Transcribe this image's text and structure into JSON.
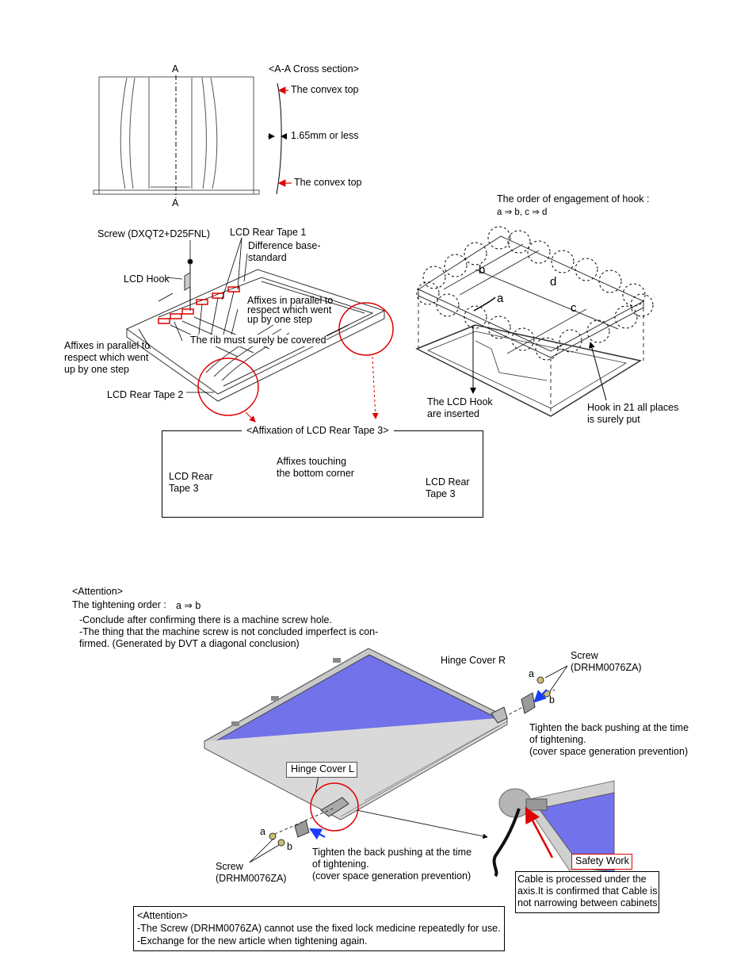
{
  "cross_section": {
    "a_top": "A",
    "a_bottom": "A",
    "title": "<A-A Cross section>",
    "convex_top_1": "The convex top",
    "gap": "1.65mm or less",
    "convex_top_2": "The convex top"
  },
  "hook_order": {
    "title": "The order of engagement of hook :",
    "sequence": "a ⇒ b,  c ⇒ d",
    "letters": {
      "a": "a",
      "b": "b",
      "c": "c",
      "d": "d"
    },
    "lcd_hook_inserted_1": "The LCD Hook",
    "lcd_hook_inserted_2": "are inserted",
    "hook_places_1": "Hook in 21 all places",
    "hook_places_2": "is surely put"
  },
  "rear_tapes": {
    "screw": "Screw (DXQT2+D25FNL)",
    "tape1": "LCD Rear Tape 1",
    "diff_1": "Difference base-",
    "diff_2": "standard",
    "lcd_hook": "LCD Hook",
    "affix_r1": "Affixes in parallel to",
    "affix_r2": "respect which went",
    "affix_r3": "up by one step",
    "rib": "The rib must surely be covered",
    "affix_l1": "Affixes in parallel to",
    "affix_l2": "respect which went",
    "affix_l3": "up by one step",
    "tape2": "LCD Rear Tape 2"
  },
  "tape3_box": {
    "title": "<Affixation of LCD Rear Tape 3>",
    "touch_1": "Affixes touching",
    "touch_2": "the bottom corner",
    "left_1": "LCD Rear",
    "left_2": "Tape 3",
    "right_1": "LCD Rear",
    "right_2": "Tape 3"
  },
  "attention_top": {
    "title": "<Attention>",
    "order_label": "The tightening order :",
    "order_value": "a ⇒ b",
    "line1": "-Conclude after confirming there is a machine screw hole.",
    "line2": "-The thing that the machine screw is not concluded imperfect is con-",
    "line3": "firmed. (Generated by DVT a diagonal conclusion)"
  },
  "hinge": {
    "cover_r": "Hinge Cover R",
    "screw_r_1": "Screw",
    "screw_r_2": "(DRHM0076ZA)",
    "a_r": "a",
    "b_r": "b",
    "tighten_r_1": "Tighten the back pushing at the time",
    "tighten_r_2": "of tightening.",
    "tighten_r_3": "(cover space generation prevention)",
    "cover_l": "Hinge Cover L",
    "a_l": "a",
    "b_l": "b",
    "screw_l_1": "Screw",
    "screw_l_2": "(DRHM0076ZA)",
    "tighten_l_1": "Tighten the back pushing at the time",
    "tighten_l_2": "of tightening.",
    "tighten_l_3": "(cover space generation prevention)",
    "safety": "Safety Work",
    "cable_1": "Cable is processed under the",
    "cable_2": "axis.It is confirmed that Cable is",
    "cable_3": "not narrowing between cabinets"
  },
  "attention_bottom": {
    "title": "<Attention>",
    "line1": "-The Screw (DRHM0076ZA) cannot use the fixed lock medicine repeatedly for use.",
    "line2": "-Exchange for the new article when tightening again."
  },
  "colors": {
    "lcd_panel": "#7272ea",
    "tape_fill": "#f7f2a0",
    "red_mark": "#e00000",
    "blue_arrow": "#1a3cff"
  }
}
